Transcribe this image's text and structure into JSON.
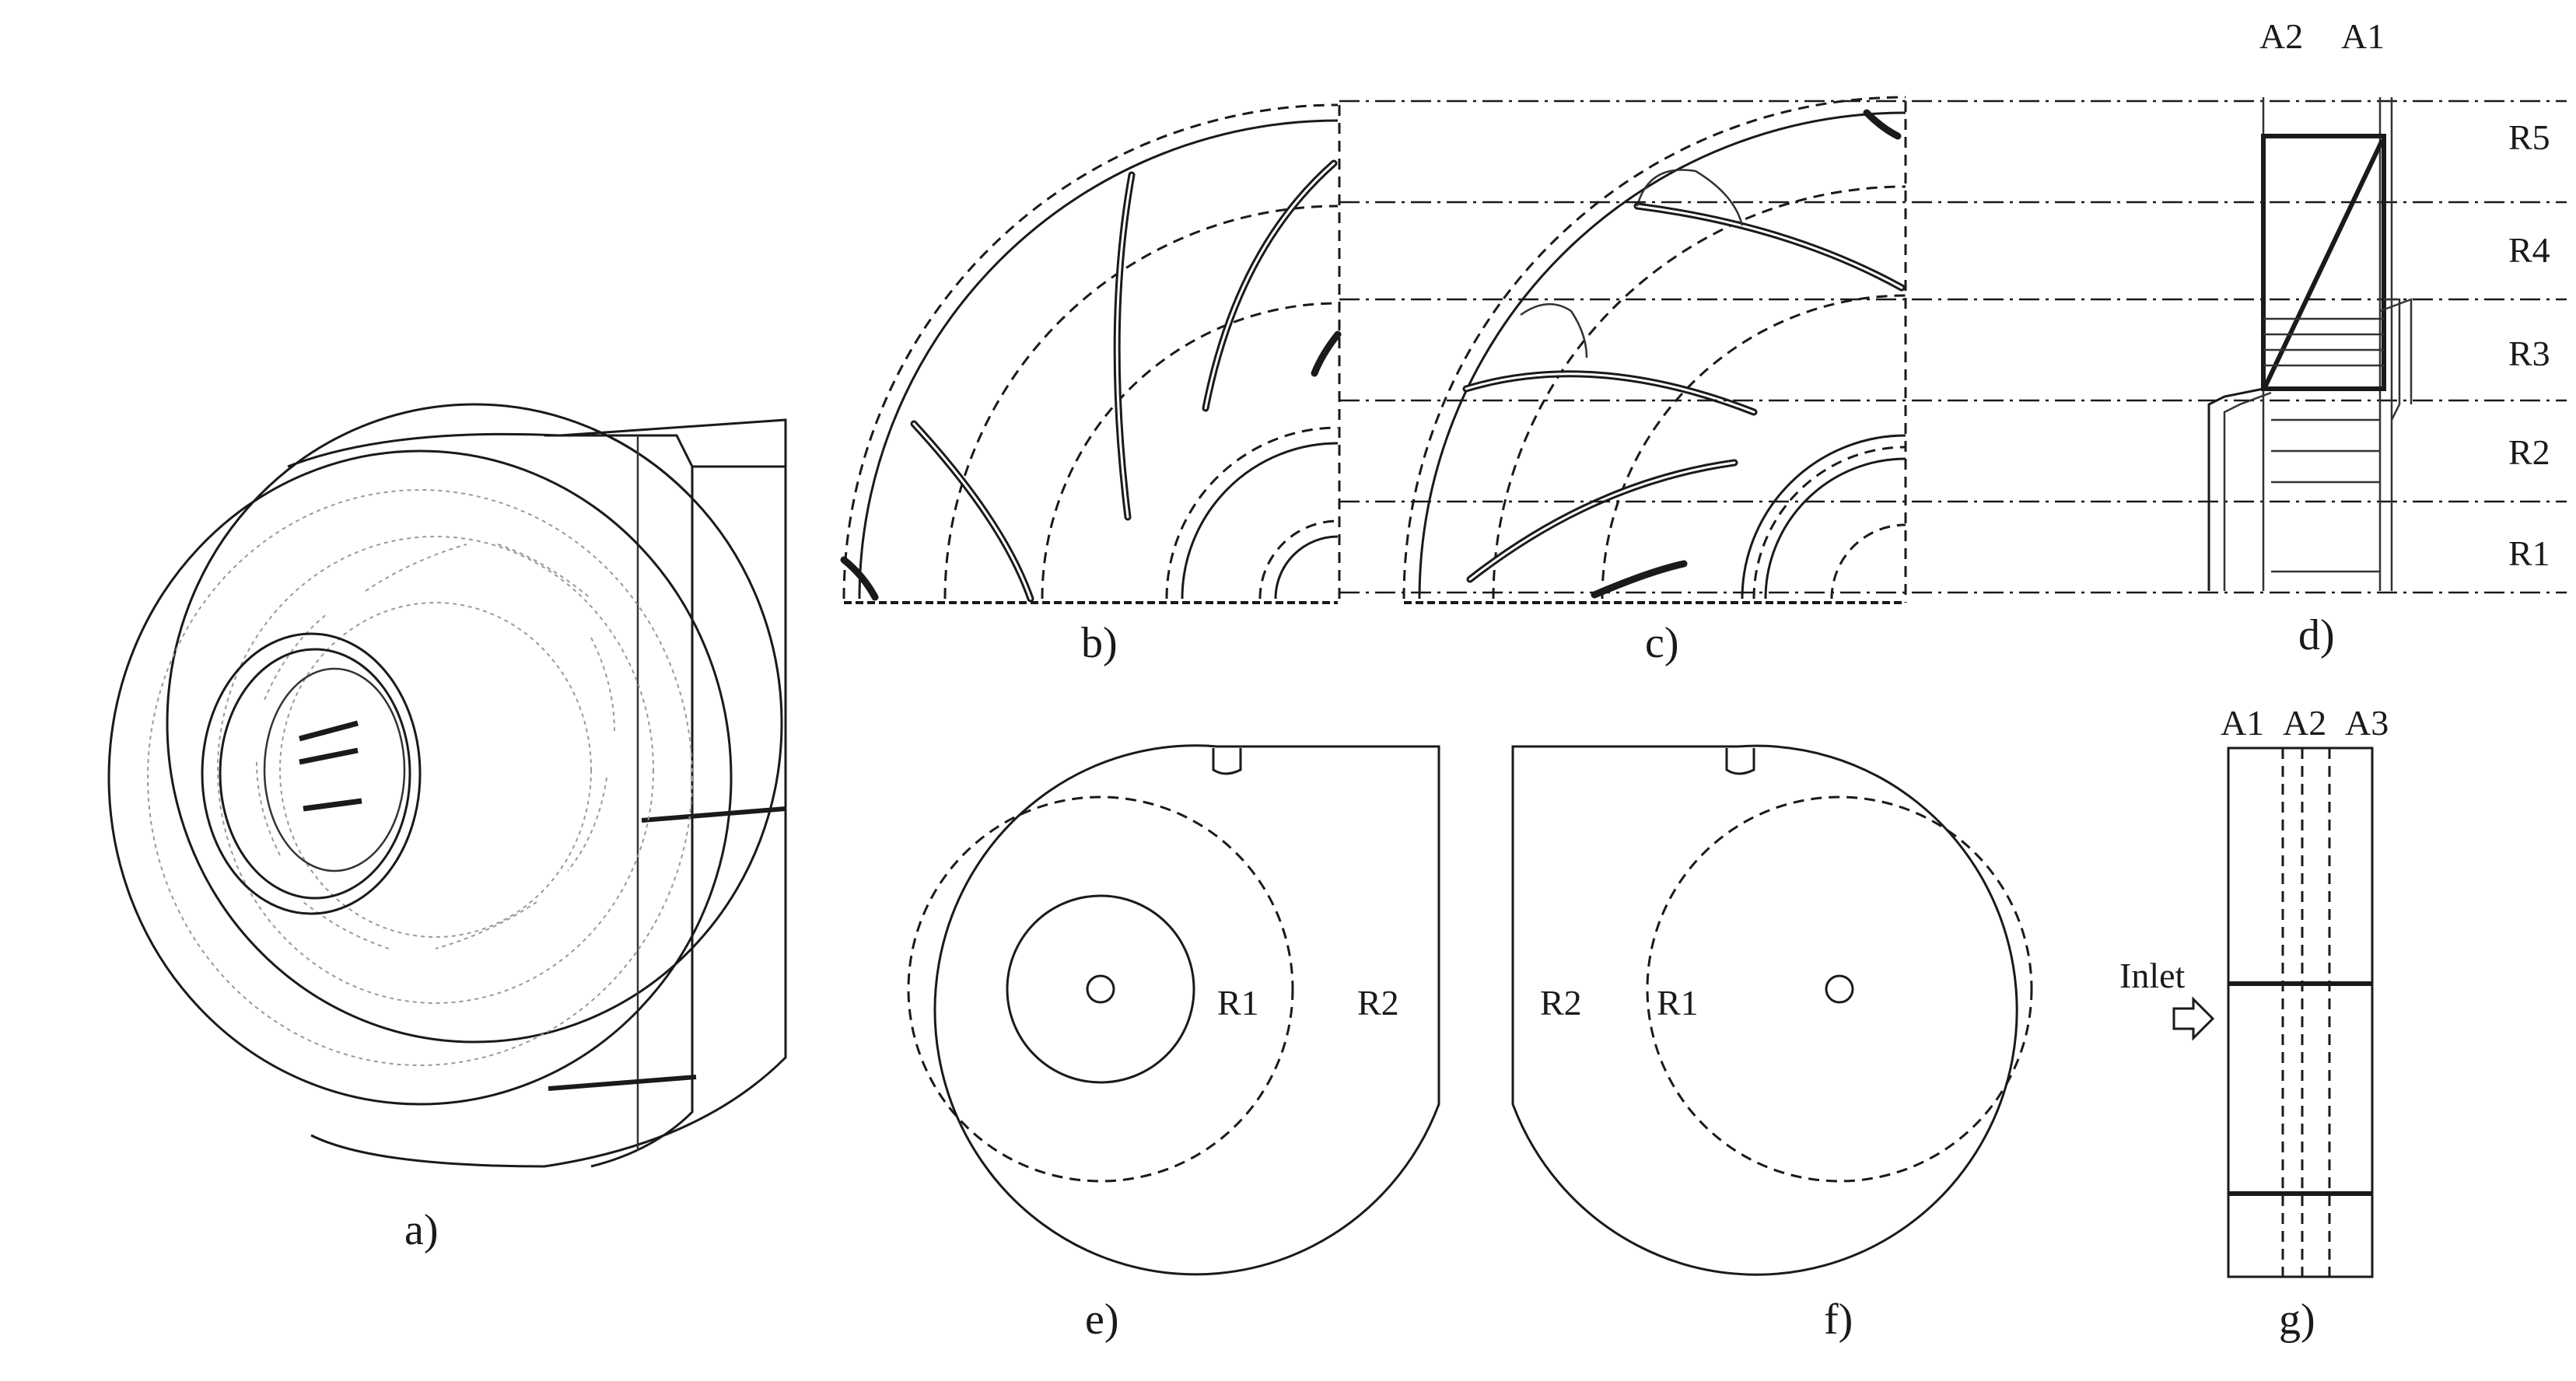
{
  "captions": {
    "a": "a)",
    "b": "b)",
    "c": "c)",
    "d": "d)",
    "e": "e)",
    "f": "f)",
    "g": "g)"
  },
  "panel_d": {
    "top_labels": [
      "A2",
      "A1"
    ],
    "radial_labels": [
      "R5",
      "R4",
      "R3",
      "R2",
      "R1"
    ]
  },
  "panel_e": {
    "labels": [
      "R1",
      "R2"
    ]
  },
  "panel_f": {
    "labels": [
      "R2",
      "R1"
    ]
  },
  "panel_g": {
    "top_labels": [
      "A1",
      "A2",
      "A3"
    ],
    "inlet_label": "Inlet",
    "inlet_arrow_icon": "hollow-right-arrow-icon"
  }
}
